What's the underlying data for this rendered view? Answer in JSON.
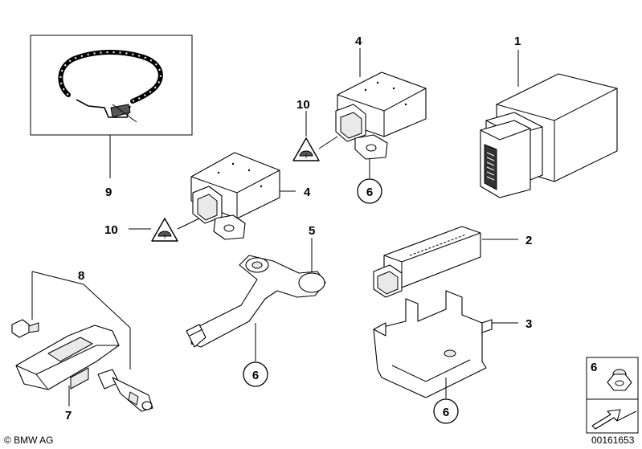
{
  "callouts": {
    "c1": "1",
    "c2": "2",
    "c3": "3",
    "c4a": "4",
    "c4b": "4",
    "c5": "5",
    "c6a": "6",
    "c6b": "6",
    "c6c": "6",
    "c6d": "6",
    "c7": "7",
    "c8": "8",
    "c9": "9",
    "c10a": "10",
    "c10b": "10"
  },
  "footer": {
    "copyright": "© BMW AG",
    "diagram_number": "00161653"
  },
  "icons": {
    "warning": "tire-pressure-warning-icon",
    "arrow": "direction-arrow-icon",
    "nut": "nut-icon"
  }
}
